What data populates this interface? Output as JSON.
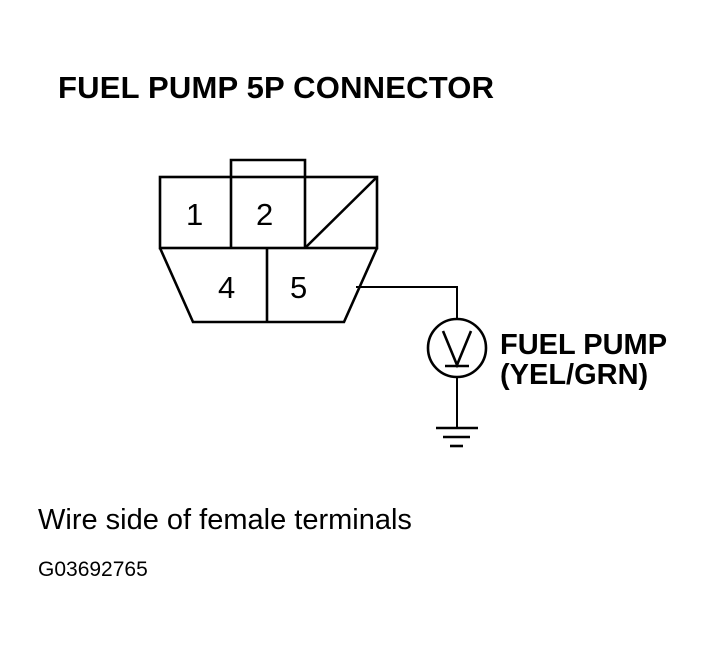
{
  "title": "FUEL PUMP 5P CONNECTOR",
  "connector": {
    "pins": [
      "1",
      "2",
      "4",
      "5"
    ]
  },
  "component": {
    "name": "FUEL PUMP",
    "wire_color": "(YEL/GRN)"
  },
  "caption": "Wire side of female terminals",
  "figure_code": "G03692765"
}
